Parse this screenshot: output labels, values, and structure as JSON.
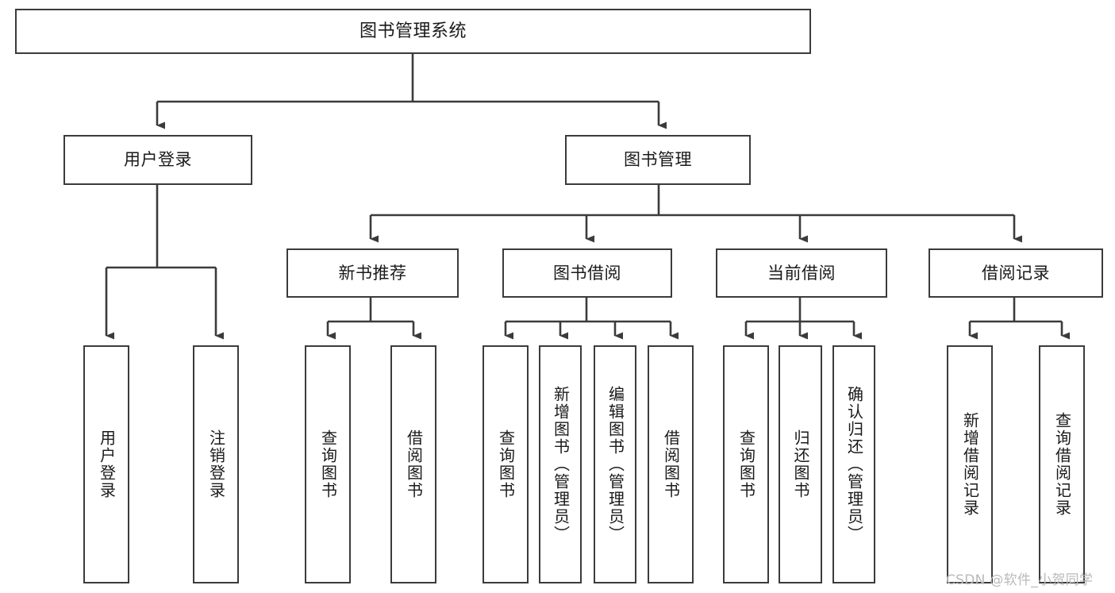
{
  "diagram": {
    "title": "图书管理系统",
    "style": {
      "box_border_color": "#3b3b3b",
      "box_fill_color": "#ffffff",
      "connector_color": "#3b3b3b",
      "text_color": "#1a1a1a",
      "background": "#ffffff",
      "watermark_color": "#b9b9b9"
    },
    "nodes": {
      "root": {
        "label": "图书管理系统"
      },
      "level2": [
        {
          "label": "用户登录"
        },
        {
          "label": "图书管理"
        }
      ],
      "level3": [
        {
          "label": "新书推荐"
        },
        {
          "label": "图书借阅"
        },
        {
          "label": "当前借阅"
        },
        {
          "label": "借阅记录"
        }
      ],
      "leaves_user_login": [
        {
          "label": "用户登录"
        },
        {
          "label": "注销登录"
        }
      ],
      "leaves_new_book": [
        {
          "label": "查询图书"
        },
        {
          "label": "借阅图书"
        }
      ],
      "leaves_borrow": [
        {
          "label": "查询图书"
        },
        {
          "label": "新增图书（管理员）"
        },
        {
          "label": "编辑图书（管理员）"
        },
        {
          "label": "借阅图书"
        }
      ],
      "leaves_current": [
        {
          "label": "查询图书"
        },
        {
          "label": "归还图书"
        },
        {
          "label": "确认归还（管理员）"
        }
      ],
      "leaves_records": [
        {
          "label": "新增借阅记录"
        },
        {
          "label": "查询借阅记录"
        }
      ]
    }
  },
  "watermark": {
    "text": "CSDN @软件_小贺同学"
  }
}
